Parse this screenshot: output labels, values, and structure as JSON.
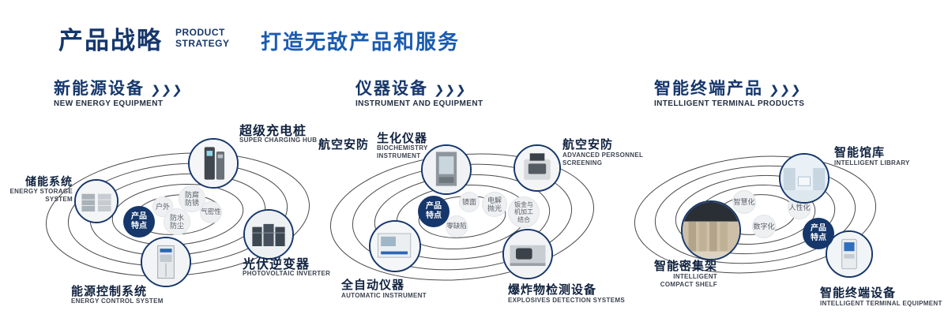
{
  "header": {
    "title": "产品战略",
    "subtitle_line1": "PRODUCT",
    "subtitle_line2": "STRATEGY",
    "slogan": "打造无敌产品和服务"
  },
  "icons": {
    "chevrons": "❯❯❯"
  },
  "colors": {
    "navy": "#16376b",
    "blue": "#1b5bb0",
    "ring": "#2b2b2b"
  },
  "sections": [
    {
      "title": "新能源设备",
      "subtitle": "NEW ENERGY EQUIPMENT",
      "badge": "产品特点",
      "features": [
        "户外",
        "防腐防锈",
        "防水防尘",
        "气密性"
      ],
      "products": [
        {
          "zh": "储能系统",
          "en": "ENERGY STORAGE SYSTEM"
        },
        {
          "zh": "超级充电桩",
          "en": "SUPER CHARGING HUB"
        },
        {
          "zh": "光伏逆变器",
          "en": "PHOTOVOLTAIC INVERTER"
        },
        {
          "zh": "能源控制系统",
          "en": "ENERGY CONTROL SYSTEM"
        }
      ]
    },
    {
      "title": "仪器设备",
      "subtitle": "INSTRUMENT AND EQUIPMENT",
      "badge": "产品特点",
      "extra_label": "航空安防",
      "features": [
        "镜面",
        "电解抛光",
        "零缺陷",
        "钣金与机加工结合"
      ],
      "products": [
        {
          "zh": "生化仪器",
          "en": "BIOCHEMISTRY INSTRUMENT"
        },
        {
          "zh": "航空安防",
          "en": "ADVANCED PERSONNEL SCREENING"
        },
        {
          "zh": "全自动仪器",
          "en": "AUTOMATIC INSTRUMENT"
        },
        {
          "zh": "爆炸物检测设备",
          "en": "EXPLOSIVES DETECTION SYSTEMS"
        }
      ]
    },
    {
      "title": "智能终端产品",
      "subtitle": "INTELLIGENT TERMINAL PRODUCTS",
      "badge": "产品特点",
      "features": [
        "智慧化",
        "人性化",
        "数字化"
      ],
      "products": [
        {
          "zh": "智能馆库",
          "en": "INTELLIGENT LIBRARY"
        },
        {
          "zh": "智能密集架",
          "en": "INTELLIGENT COMPACT SHELF"
        },
        {
          "zh": "智能终端设备",
          "en": "INTELLIGENT TERMINAL EQUIPMENT"
        }
      ]
    }
  ]
}
